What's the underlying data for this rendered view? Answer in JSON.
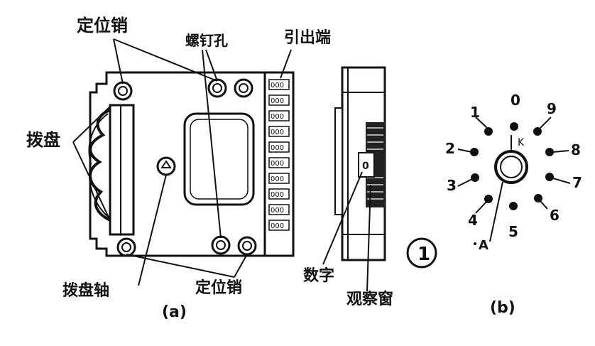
{
  "labels": {
    "locating_pin_top": "定位销",
    "screw_hole": "螺钉孔",
    "lead_out_terminal": "引出端",
    "dial": "拨盘",
    "dial_shaft": "拨盘轴",
    "locating_pin_bottom": "定位销",
    "digit": "数字",
    "observation_window": "观察窗",
    "caption_a": "(a)",
    "caption_b": "(b)",
    "side_digit": "0",
    "circled_numeral": "1"
  },
  "terminal_digits": [
    "000",
    "000",
    "000",
    "000",
    "000",
    "000",
    "000",
    "000",
    "000",
    "000"
  ],
  "diagram_b": {
    "positions": [
      "0",
      "1",
      "2",
      "3",
      "4",
      "5",
      "6",
      "7",
      "8",
      "9"
    ],
    "center_label": "K",
    "common_label": "A"
  }
}
